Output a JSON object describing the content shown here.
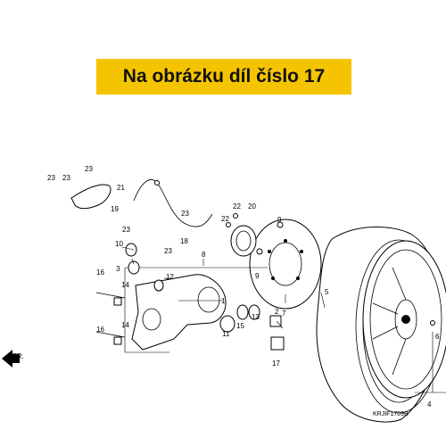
{
  "banner": {
    "text": "Na obrázku díl číslo 17",
    "color": "#f5c400"
  },
  "diagram_code": "KRJIF1709B",
  "front_marker": "FR.",
  "labels": {
    "l1": "1",
    "l2": "2",
    "l3": "3",
    "l4": "4",
    "l5": "5",
    "l6": "6",
    "l7": "7",
    "l8": "8",
    "l9a": "9",
    "l9b": "9",
    "l10": "10",
    "l11": "11",
    "l12": "12",
    "l13": "13",
    "l14a": "14",
    "l14b": "14",
    "l15": "15",
    "l16a": "16",
    "l16b": "16",
    "l17": "17",
    "l18": "18",
    "l19": "19",
    "l20": "20",
    "l21": "21",
    "l22a": "22",
    "l22b": "22",
    "l23a": "23",
    "l23b": "23",
    "l23c": "23",
    "l23d": "23",
    "l23e": "23",
    "l23f": "23"
  }
}
